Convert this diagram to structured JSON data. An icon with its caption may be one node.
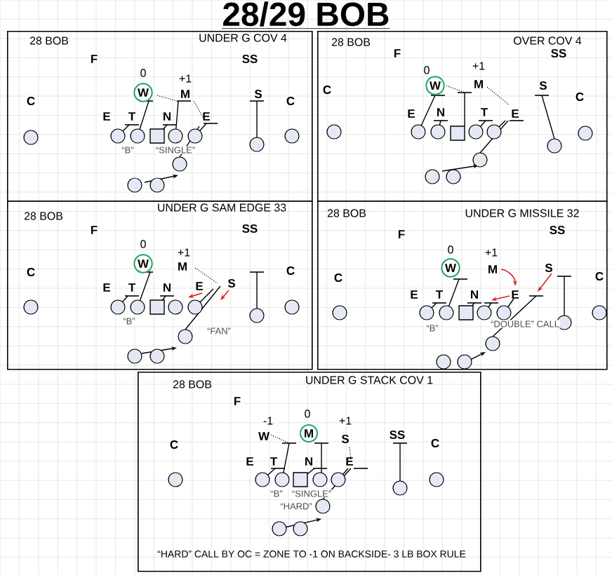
{
  "diagram": {
    "title": "28/29 BOB",
    "nodes": [
      {
        "text": [
          "28 BOB",
          "UNDER G COV 4",
          "F",
          "SS",
          "0",
          "+1",
          "W",
          "M",
          "C",
          "S",
          "C",
          "E",
          "T",
          "N",
          "E",
          "“B”",
          "“SINGLE”"
        ]
      },
      {
        "text": [
          "28 BOB",
          "OVER COV 4",
          "F",
          "SS",
          "0",
          "+1",
          "W",
          "M",
          "C",
          "S",
          "C",
          "E",
          "N",
          "T",
          "E"
        ]
      },
      {
        "text": [
          "28 BOB",
          "UNDER G SAM EDGE 33",
          "F",
          "SS",
          "0",
          "+1",
          "W",
          "M",
          "C",
          "C",
          "E",
          "T",
          "N",
          "E",
          "S",
          "“B”",
          "“FAN”"
        ]
      },
      {
        "text": [
          "28 BOB",
          "UNDER G MISSILE 32",
          "F",
          "SS",
          "0",
          "+1",
          "W",
          "M",
          "S",
          "C",
          "C",
          "E",
          "T",
          "N",
          "E",
          "“B”",
          "“DOUBLE” CALL"
        ]
      },
      {
        "text": [
          "28 BOB",
          "UNDER G STACK COV 1",
          "F",
          "-1",
          "0",
          "+1",
          "W",
          "M",
          "S",
          "SS",
          "C",
          "C",
          "E",
          "T",
          "N",
          "E",
          "“B”",
          "“SINGLE”",
          "“HARD”",
          "“HARD” CALL BY OC = ZONE TO -1 ON BACKSIDE- 3 LB BOX RULE"
        ]
      }
    ]
  }
}
